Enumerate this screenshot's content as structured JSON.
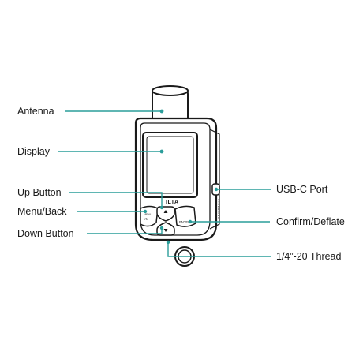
{
  "callouts": {
    "antenna": "Antenna",
    "display": "Display",
    "up_button": "Up Button",
    "menu_back": "Menu/Back",
    "down_button": "Down Button",
    "usb_c_port": "USB-C Port",
    "confirm_deflate": "Confirm/Deflate",
    "thread": "1/4”-20 Thread"
  },
  "device": {
    "brand": "ILTA",
    "menu_key": "MENU",
    "menu_key_glyph": "/↻",
    "enter_key": "ENTER",
    "side_text": "STREAMING"
  },
  "colors": {
    "leader": "#2a9d9a",
    "outline": "#1a1a1a"
  }
}
